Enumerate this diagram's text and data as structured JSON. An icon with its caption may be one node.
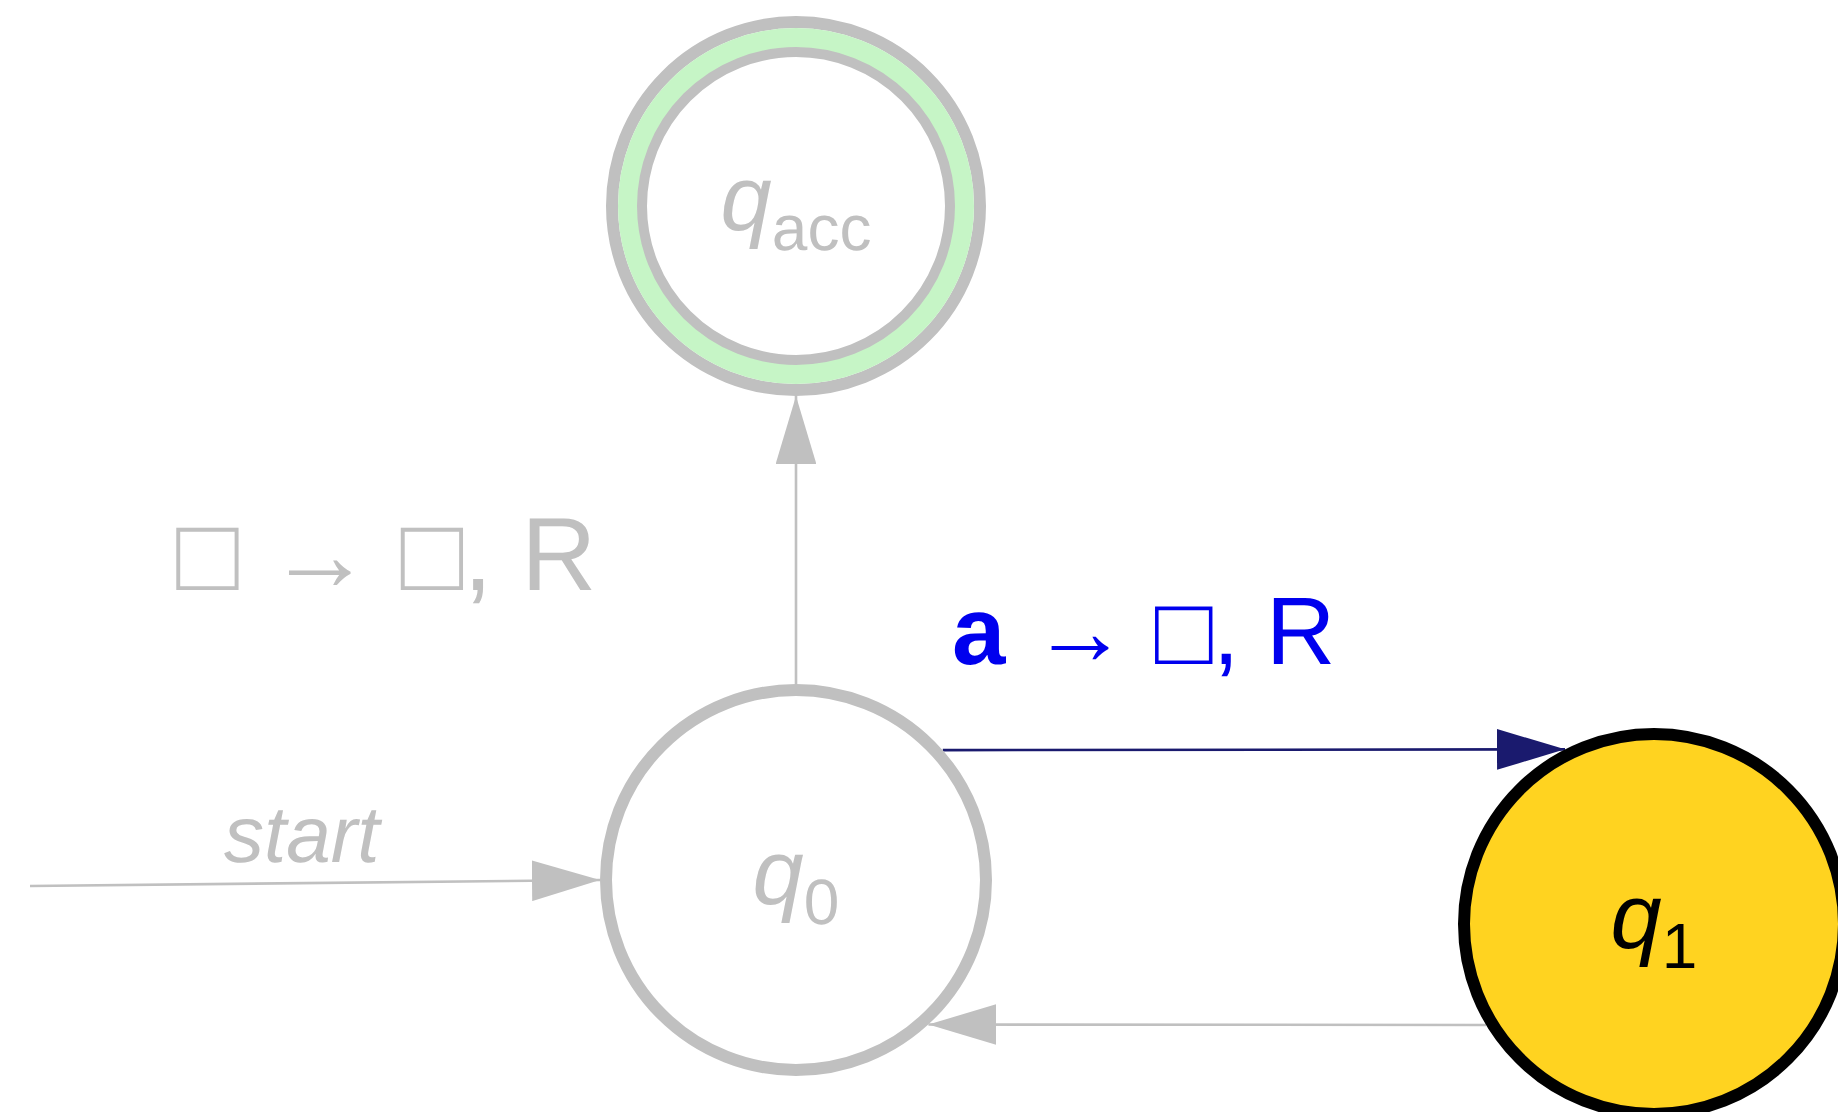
{
  "diagram": {
    "nodes": [
      {
        "text": [
          "*q*$_{acc}$"
        ]
      },
      {
        "text": [
          "*q*$_{0}$"
        ]
      },
      {
        "text": [
          "*q*$_{1}$"
        ]
      }
    ],
    "edges": [
      {
        "from": null,
        "to": 1,
        "arrow": "to",
        "label": "start"
      },
      {
        "from": 1,
        "to": 0,
        "arrow": "to",
        "label": "□ → □, R"
      },
      {
        "from": 1,
        "to": 2,
        "arrow": "to",
        "label": "**a** → □, R",
        "color": "#1a1a6e"
      },
      {
        "from": 2,
        "to": 1,
        "arrow": "to"
      }
    ]
  }
}
